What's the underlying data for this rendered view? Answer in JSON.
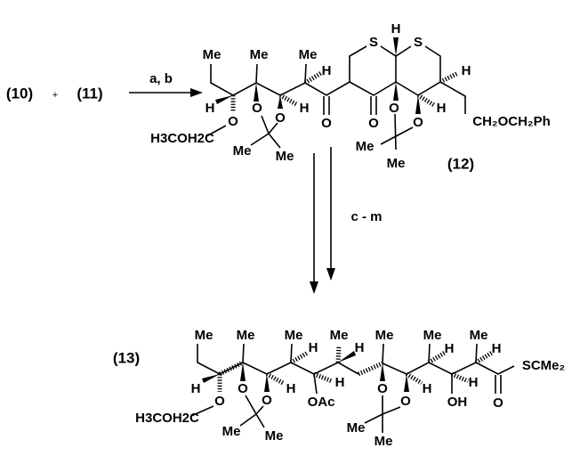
{
  "scheme": {
    "reactant_1": "(10)",
    "plus": "+",
    "reactant_2": "(11)",
    "step_1_reagents": "a, b",
    "step_2_reagents": "c - m"
  },
  "compound_12": {
    "label": "(12)",
    "atoms": [
      "Me",
      "Me",
      "Me",
      "H",
      "H",
      "H3COH2C",
      "O",
      "O",
      "O",
      "Me",
      "Me",
      "H",
      "O",
      "S",
      "S",
      "H",
      "H",
      "O",
      "O",
      "O",
      "H",
      "CH₂OCH₂Ph",
      "Me",
      "Me"
    ]
  },
  "compound_13": {
    "label": "(13)",
    "atoms": [
      "Me",
      "Me",
      "Me",
      "H",
      "Me",
      "H",
      "Me",
      "Me",
      "H",
      "Me",
      "H",
      "H",
      "H3COH2C",
      "O",
      "O",
      "O",
      "Me",
      "Me",
      "H",
      "OAc",
      "H",
      "O",
      "O",
      "Me",
      "Me",
      "H",
      "OH",
      "H",
      "O",
      "SCMe₂"
    ]
  }
}
